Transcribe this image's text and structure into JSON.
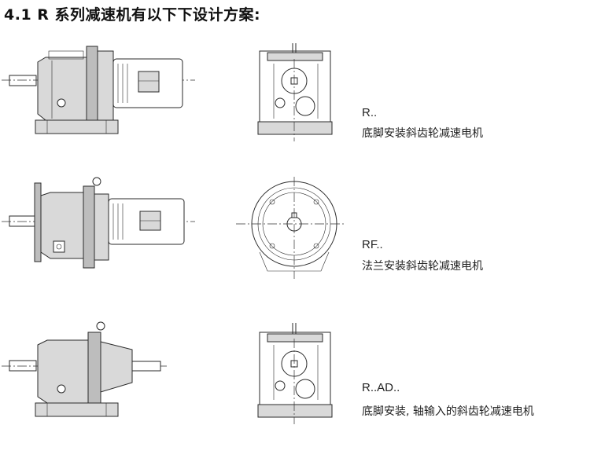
{
  "page": {
    "title": "4.1 R 系列减速机有以下下设计方案:"
  },
  "designs": [
    {
      "code": "R..",
      "description": "底脚安装斜齿轮减速电机"
    },
    {
      "code": "RF..",
      "description": "法兰安装斜齿轮减速电机"
    },
    {
      "code": "R..AD..",
      "description": "底脚安装, 轴输入的斜齿轮减速电机"
    }
  ]
}
